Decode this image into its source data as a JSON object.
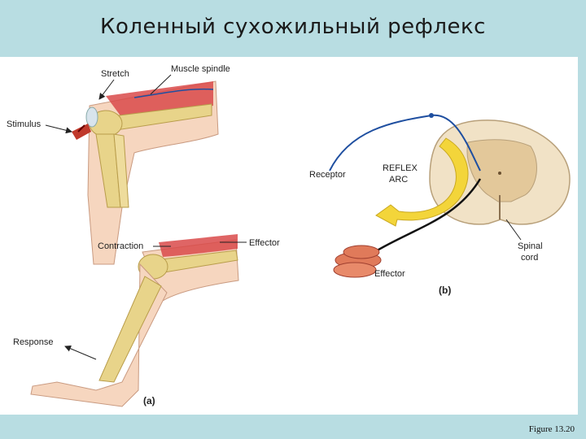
{
  "title": "Коленный сухожильный рефлекс",
  "caption": "Figure 13.20",
  "panel_a": {
    "tag": "(a)",
    "labels": {
      "stretch": "Stretch",
      "muscle_spindle": "Muscle spindle",
      "stimulus": "Stimulus",
      "contraction": "Contraction",
      "effector": "Effector",
      "response": "Response"
    }
  },
  "panel_b": {
    "tag": "(b)",
    "labels": {
      "receptor": "Receptor",
      "reflex": "REFLEX",
      "arc": "ARC",
      "effector": "Effector",
      "spinal": "Spinal",
      "cord": "cord"
    }
  },
  "colors": {
    "background": "#b8dde2",
    "bone": "#e8d48a",
    "muscle": "#d94a4a",
    "skin": "#f6d6bf",
    "sensory_nerve": "#1f4fa0",
    "motor_nerve": "#111111",
    "arc_arrow": "#f3d53a"
  }
}
